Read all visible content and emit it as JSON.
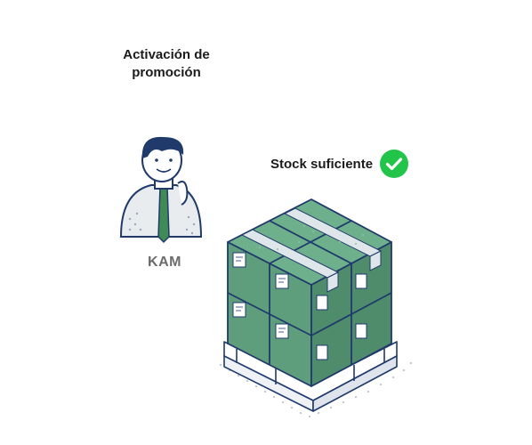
{
  "header": {
    "title": "Activación de promoción"
  },
  "person": {
    "label": "KAM"
  },
  "status": {
    "text": "Stock suficiente",
    "icon": "check-circle-icon",
    "color": "#22c44a"
  },
  "illustration": {
    "person_icon": "kam-person-icon",
    "pallet_icon": "pallet-boxes-icon",
    "box_color": "#5e9e7c",
    "outline_color": "#1f3a6b"
  }
}
